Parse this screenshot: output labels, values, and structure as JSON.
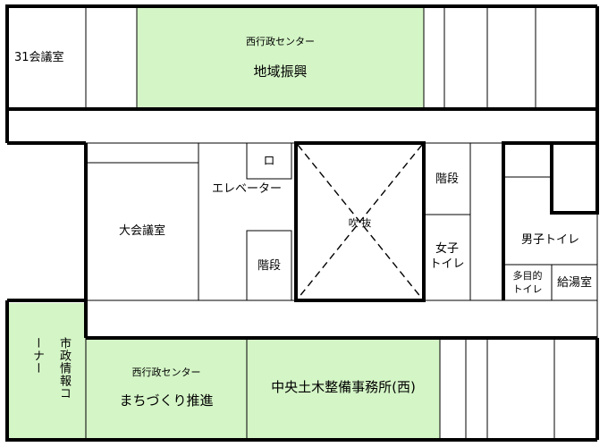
{
  "colors": {
    "room_green": "#d4f5c6",
    "wall": "#000000",
    "background": "#ffffff"
  },
  "rooms": {
    "meeting_room_31": "31会議室",
    "west_admin_top_sub": "西行政センター",
    "west_admin_top_main": "地域振興",
    "great_hall": "大会議室",
    "elevator_symbol": "ロ",
    "elevator": "エレベーター",
    "stairs_left": "階段",
    "atrium": "吹 抜",
    "stairs_right": "階段",
    "womens_toilet": "女子\nトイレ",
    "mens_toilet": "男子トイレ",
    "multipurpose_toilet": "多目的\nトイレ",
    "kitchenette": "給湯室",
    "city_info_corner": "市政情報コーナー",
    "west_admin_bottom_sub": "西行政センター",
    "west_admin_bottom_main": "まちづくり推進",
    "civil_office": "中央土木整備事務所(西)"
  }
}
